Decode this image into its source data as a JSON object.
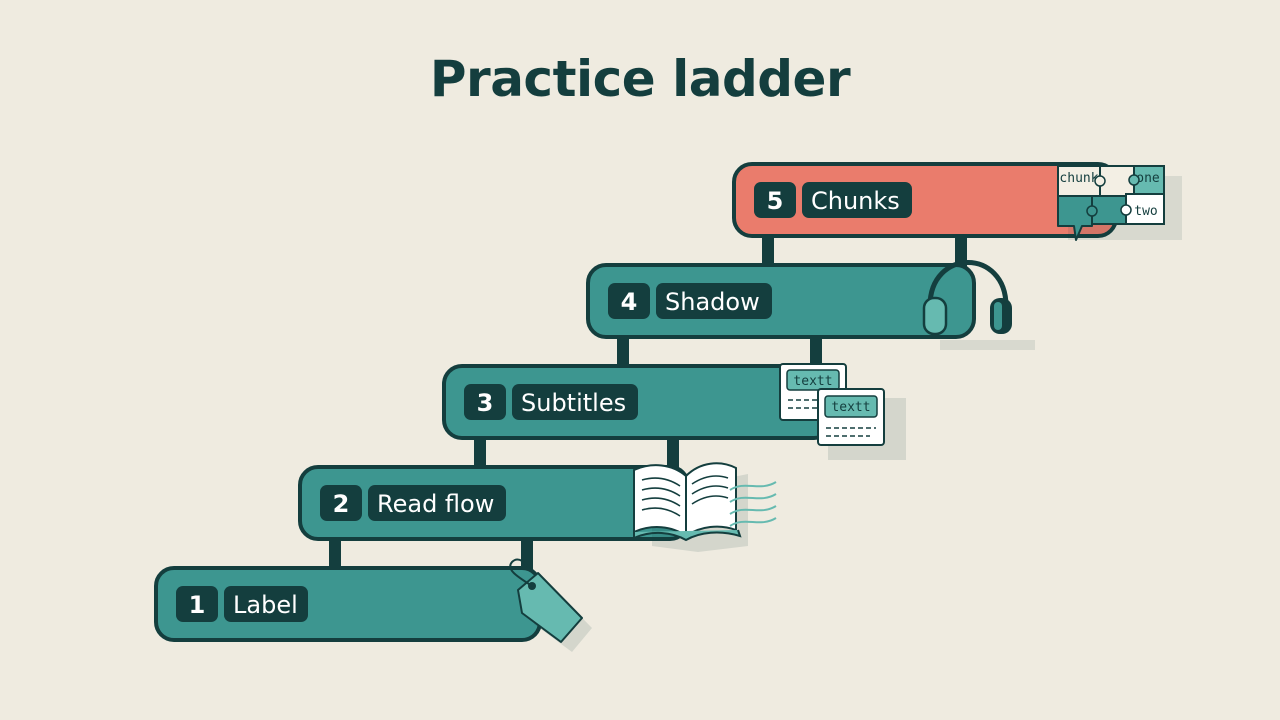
{
  "title": "Practice ladder",
  "colors": {
    "background": "#efebe0",
    "teal": "#3d9690",
    "teal_light": "#66bab0",
    "coral": "#ea7c6c",
    "outline": "#143e3e",
    "badge": "#143e3e"
  },
  "steps": [
    {
      "num": "1",
      "label": "Label",
      "icon": "tag-icon"
    },
    {
      "num": "2",
      "label": "Read flow",
      "icon": "open-book-icon"
    },
    {
      "num": "3",
      "label": "Subtitles",
      "icon": "subtitles-icon",
      "icon_text": [
        "textt",
        "textt"
      ]
    },
    {
      "num": "4",
      "label": "Shadow",
      "icon": "headphones-icon"
    },
    {
      "num": "5",
      "label": "Chunks",
      "icon": "puzzle-icon",
      "icon_text": [
        "chunk",
        "one",
        "two"
      ]
    }
  ]
}
